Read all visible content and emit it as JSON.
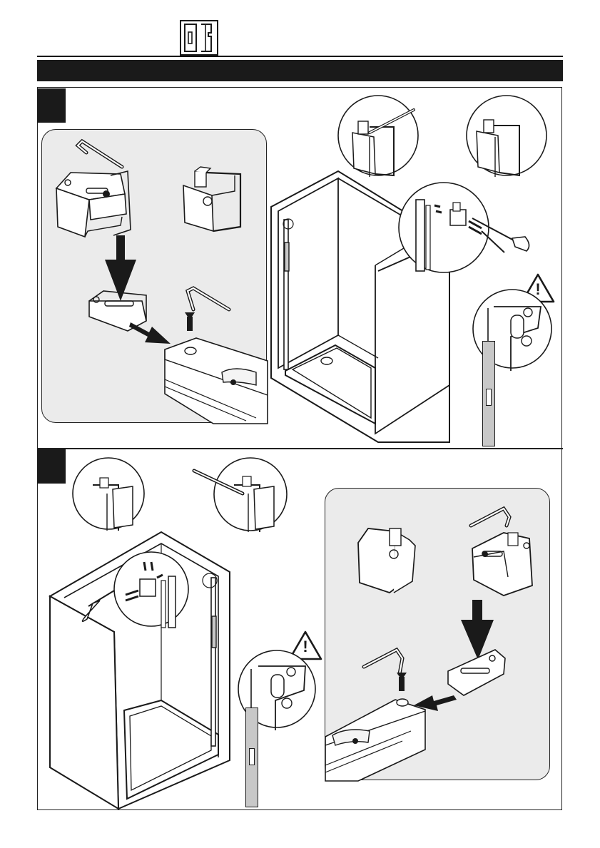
{
  "colors": {
    "ink": "#1a1a1a",
    "panel": "#ebebeb",
    "profile": "#c8c8c8",
    "paper": "#ffffff"
  },
  "header": {
    "logo_icon": "shower-door-logo-icon"
  },
  "steps": [
    {
      "badge_icon": "step-badge",
      "panel_icon": "bracket-install-detail",
      "scene_icon": "shower-enclosure-right-wall",
      "callouts": [
        "hex-key-zoom-icon",
        "bracket-fitted-zoom-icon",
        "profile-screw-zoom-icon"
      ],
      "warning_icon": "warning-triangle-icon",
      "warning_glyph": "!"
    },
    {
      "badge_icon": "step-badge",
      "panel_icon": "bracket-install-detail",
      "scene_icon": "shower-enclosure-left-wall",
      "callouts": [
        "bracket-fitted-zoom-icon",
        "hex-key-zoom-icon",
        "profile-screw-zoom-icon"
      ],
      "warning_icon": "warning-triangle-icon",
      "warning_glyph": "!"
    }
  ]
}
